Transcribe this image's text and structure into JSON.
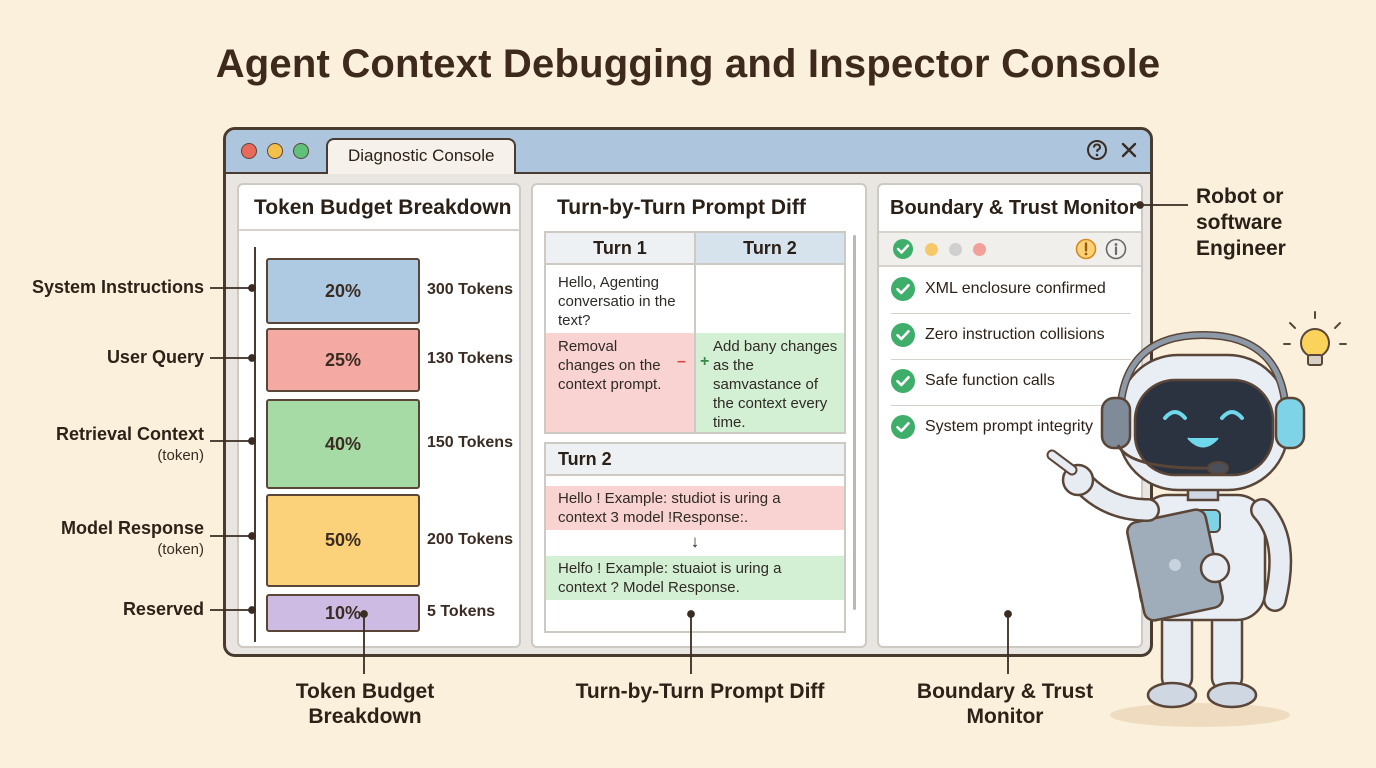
{
  "title": "Agent Context Debugging and Inspector Console",
  "window": {
    "tab_label": "Diagnostic Console",
    "help_icon": "help-circle-icon",
    "close_icon": "close-icon",
    "traffic_lights": [
      "#e86a5c",
      "#f2c04b",
      "#5fc17a"
    ]
  },
  "token_panel": {
    "title": "Token Budget Breakdown",
    "segments": [
      {
        "label": "System Instructions",
        "sublabel": "",
        "percent": "20%",
        "tokens": "300 Tokens",
        "color": "#aec9e2"
      },
      {
        "label": "User Query",
        "sublabel": "",
        "percent": "25%",
        "tokens": "130 Tokens",
        "color": "#f4aaa2"
      },
      {
        "label": "Retrieval Context",
        "sublabel": "(token)",
        "percent": "40%",
        "tokens": "150 Tokens",
        "color": "#a6dba6"
      },
      {
        "label": "Model Response",
        "sublabel": "(token)",
        "percent": "50%",
        "tokens": "200 Tokens",
        "color": "#fbd27a"
      },
      {
        "label": "Reserved",
        "sublabel": "",
        "percent": "10%",
        "tokens": "5 Tokens",
        "color": "#cdbbe3"
      }
    ]
  },
  "diff_panel": {
    "title": "Turn-by-Turn Prompt Diff",
    "columns": [
      "Turn 1",
      "Turn 2"
    ],
    "turn1_text": "Hello, Agenting conversatio in the text?",
    "removed_text": "Removal changes on the context prompt.",
    "removed_marker": "–",
    "added_marker": "+",
    "added_text": "Add bany changes as the samvastance of the context every time.",
    "section2_title": "Turn 2",
    "section2_removed": "Hello ! Example: studiot is uring a context 3 model !Response:.",
    "arrow": "↓",
    "section2_added": "Helfo ! Example: stuaiot is uring a context ? Model Response."
  },
  "trust_panel": {
    "title": "Boundary & Trust Monitor",
    "warning_icon": "warning-circle-icon",
    "info_icon": "info-circle-icon",
    "checks": [
      "XML enclosure confirmed",
      "Zero instruction collisions",
      "Safe function calls",
      "System prompt integrity"
    ]
  },
  "callouts": {
    "robot": "Robot or software Engineer",
    "token_bottom": "Token Budget Breakdown",
    "diff_bottom": "Turn-by-Turn Prompt Diff",
    "trust_bottom": "Boundary & Trust Monitor"
  }
}
